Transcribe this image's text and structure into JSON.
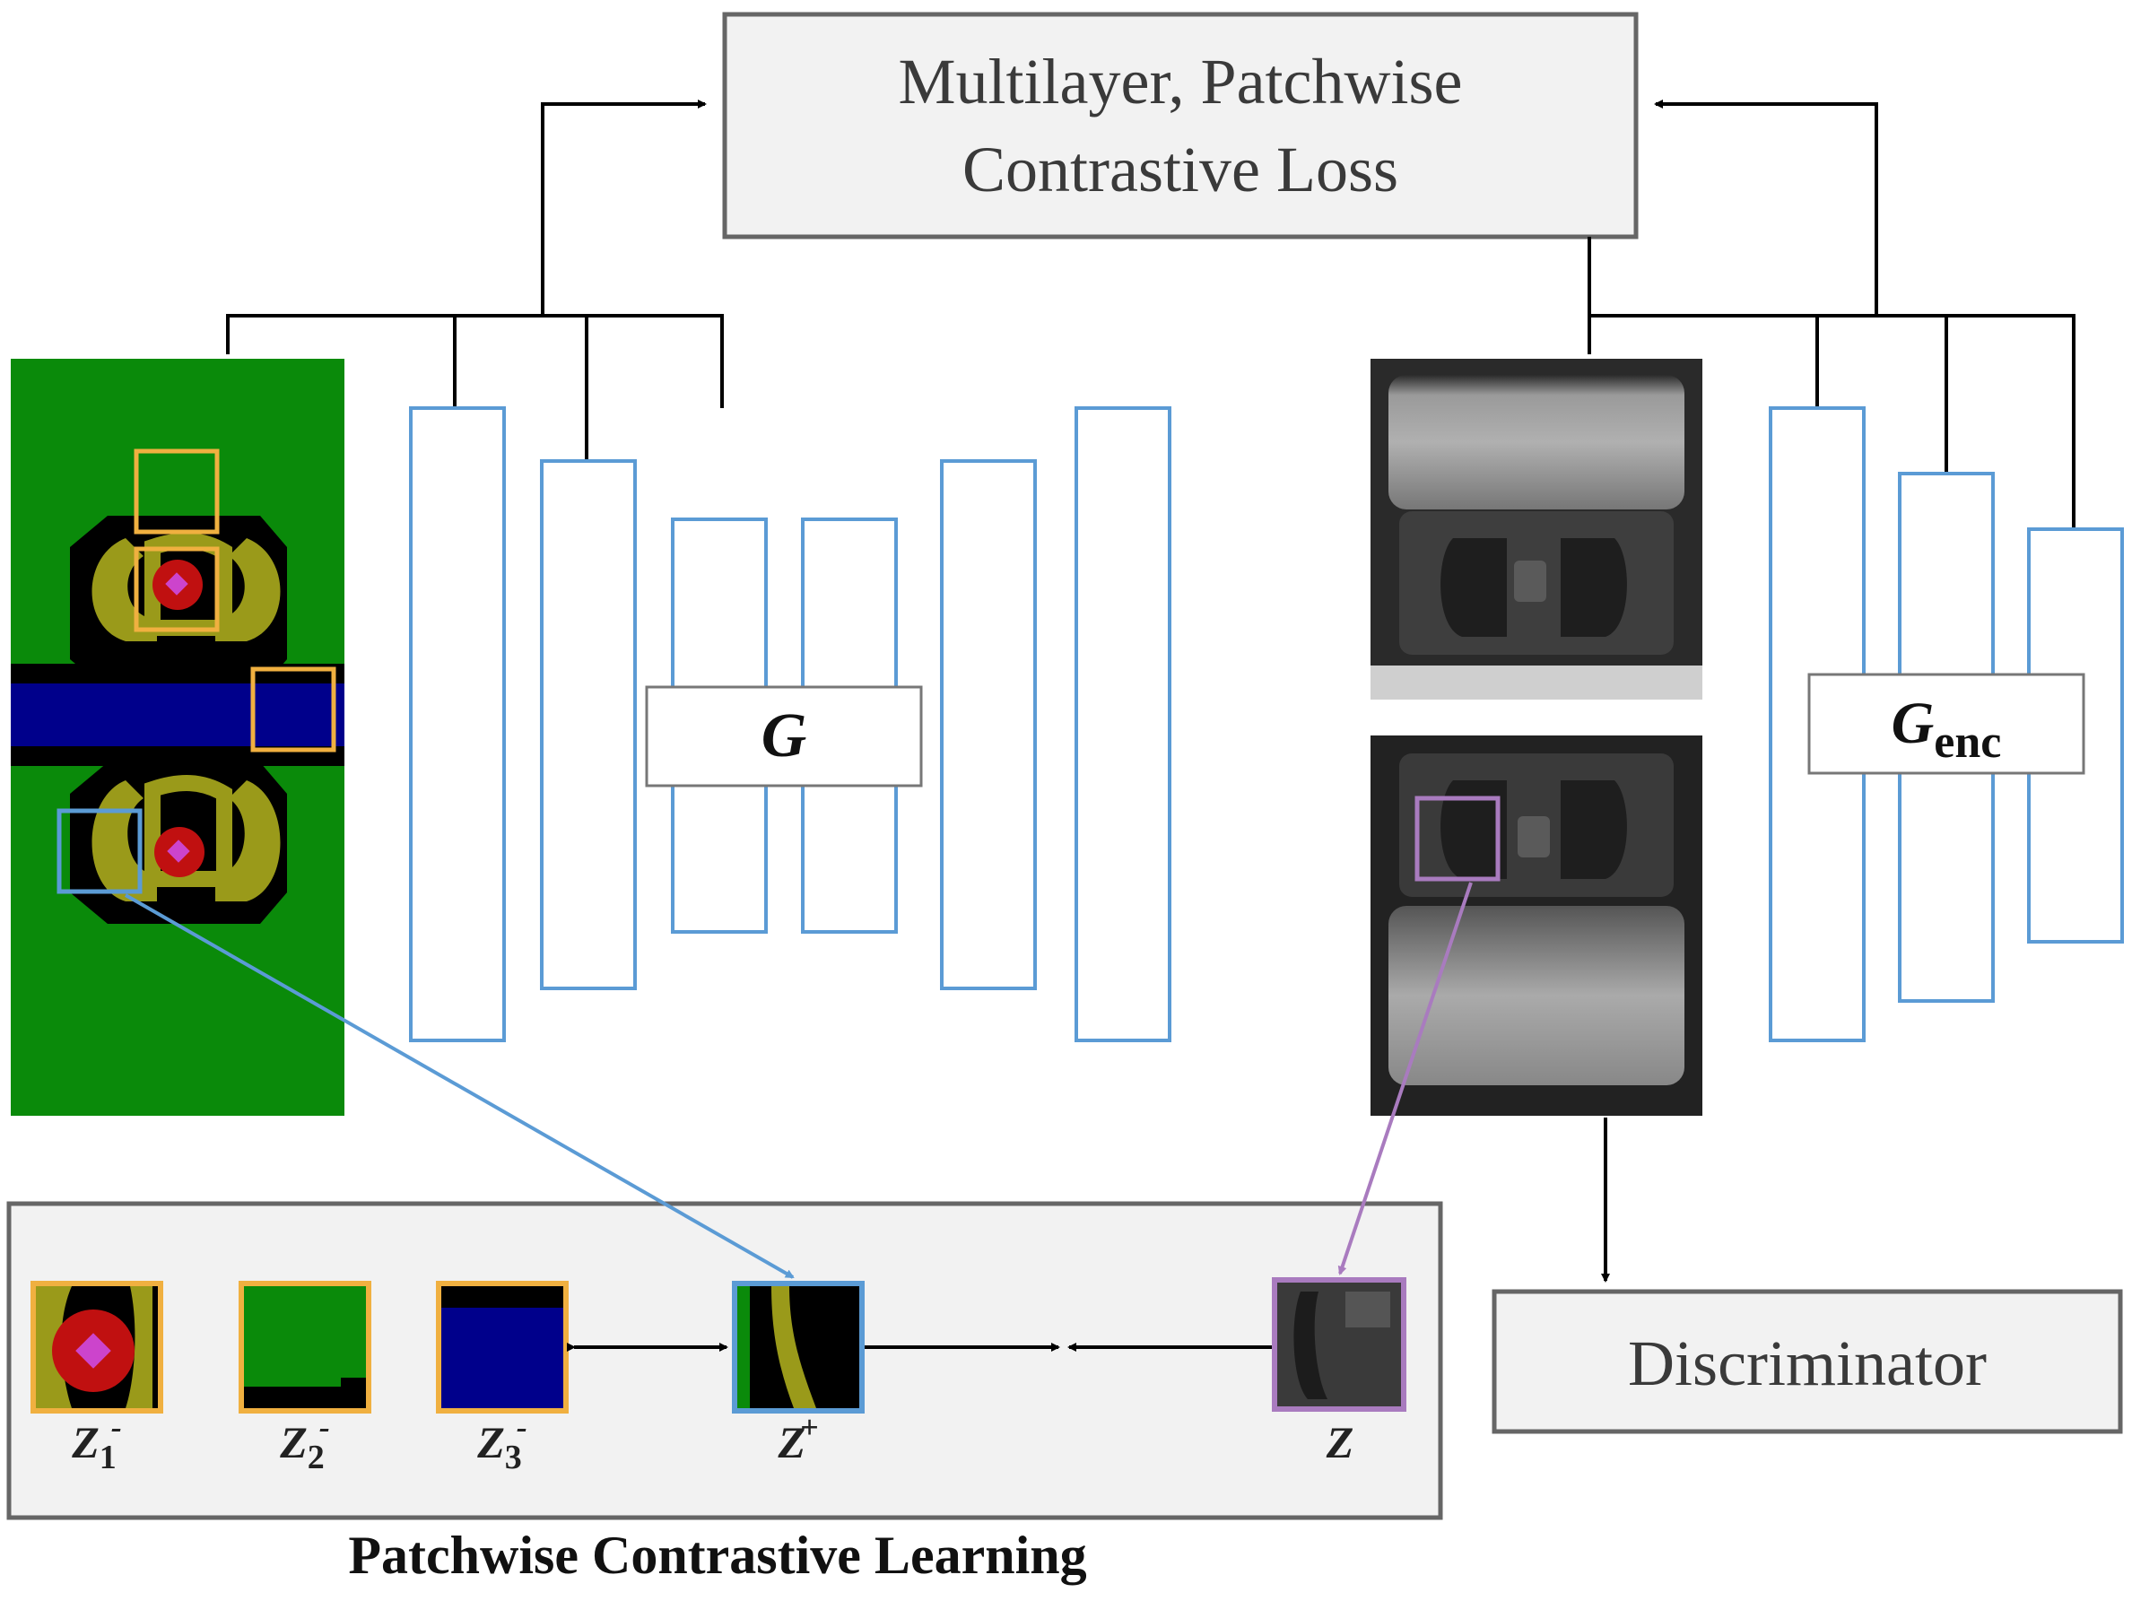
{
  "loss_box": {
    "line1": "Multilayer, Patchwise",
    "line2": "Contrastive Loss"
  },
  "generator": {
    "label": "G"
  },
  "encoder": {
    "label_main": "G",
    "label_sub": "enc"
  },
  "discriminator": {
    "label": "Discriminator"
  },
  "patch_section": {
    "title": "Patchwise Contrastive Learning",
    "patches": [
      {
        "id": "z1-neg",
        "main": "Z",
        "sub": "1",
        "sup": "-"
      },
      {
        "id": "z2-neg",
        "main": "Z",
        "sub": "2",
        "sup": "-"
      },
      {
        "id": "z3-neg",
        "main": "Z",
        "sub": "3",
        "sup": "-"
      },
      {
        "id": "z-pos",
        "main": "Z",
        "sub": "",
        "sup": "+"
      },
      {
        "id": "z-query",
        "main": "Z",
        "sub": "",
        "sup": ""
      }
    ]
  },
  "colors": {
    "layout_green": "#0a8a0a",
    "layout_navy": "#00008b",
    "layout_olive": "#9a9a1a",
    "layout_red": "#c01010",
    "layout_magenta": "#cc44cc",
    "negative_patch_frame": "#f0b040",
    "positive_patch_frame": "#5b9bd5",
    "query_patch_frame": "#a97bbf",
    "layer_outline": "#5b9bd5",
    "box_fill": "#f2f2f2",
    "box_border": "#555555"
  }
}
